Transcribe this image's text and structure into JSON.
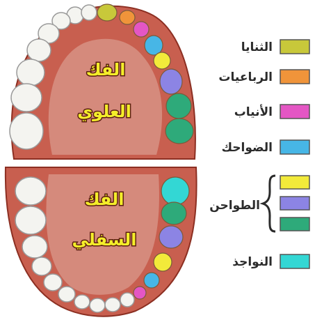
{
  "upper_jaw": {
    "label_line1": "الفك",
    "label_line2": "العلوي"
  },
  "lower_jaw": {
    "label_line1": "الفك",
    "label_line2": "السفلي"
  },
  "legend": {
    "incisors": {
      "label": "الثنايا",
      "color": "#c8c83a"
    },
    "laterals": {
      "label": "الرباعيات",
      "color": "#f0943a"
    },
    "canines": {
      "label": "الأنياب",
      "color": "#e456c4"
    },
    "first_premolars": {
      "label": "الضواحك",
      "color": "#47b6e6"
    },
    "molars_group": {
      "label": "الطواحن",
      "colors": [
        "#f2ea3a",
        "#8c84e4",
        "#2eaa7a"
      ]
    },
    "wisdom": {
      "label": "النواجذ",
      "color": "#33d7d4"
    }
  },
  "colors": {
    "gum": "#c85f4f",
    "gum_dark": "#8c2f22",
    "palate": "#d58a7c",
    "tooth": "#f4f4f0",
    "tooth_edge": "#9a9a9a"
  }
}
